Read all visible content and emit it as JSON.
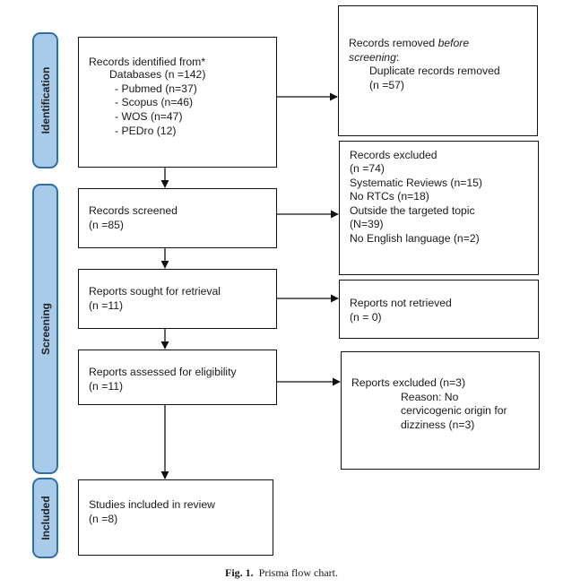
{
  "phases": {
    "identification": "Identification",
    "screening": "Screening",
    "included": "Included"
  },
  "boxes": {
    "identified": {
      "title": "Records identified from*",
      "databases": "Databases (n =142)",
      "sources": [
        "-   Pubmed (n=37)",
        "-   Scopus (n=46)",
        "-   WOS (n=47)",
        "-   PEDro (12)"
      ]
    },
    "removed": {
      "title_prefix": "Records removed ",
      "title_italic_1": "before",
      "title_italic_2": "screening",
      "title_suffix": ":",
      "duplicates": "Duplicate records removed",
      "count": "(n =57)"
    },
    "screened": {
      "title": "Records screened",
      "count": "(n =85)"
    },
    "excluded": {
      "title": "Records excluded",
      "count": "(n =74)",
      "reasons": [
        "Systematic Reviews (n=15)",
        "No RTCs (n=18)",
        "Outside the targeted topic",
        "(N=39)",
        "No English language (n=2)"
      ]
    },
    "sought": {
      "title": "Reports sought for retrieval",
      "count": "(n =11)"
    },
    "not_retrieved": {
      "title": "Reports not retrieved",
      "count": "(n = 0)"
    },
    "assessed": {
      "title": "Reports assessed for eligibility",
      "count": "(n =11)"
    },
    "reports_excluded": {
      "title": "Reports excluded (n=3)",
      "reason_lines": [
        "Reason: No",
        "cervicogenic origin for",
        "dizziness (n=3)"
      ]
    },
    "included": {
      "title": "Studies included in review",
      "count": "(n =8)"
    }
  },
  "caption": {
    "label": "Fig. 1.",
    "text": "Prisma flow chart."
  },
  "colors": {
    "phase_fill": "#a9cbea",
    "phase_border": "#2f6fa8",
    "box_border": "#111111"
  }
}
